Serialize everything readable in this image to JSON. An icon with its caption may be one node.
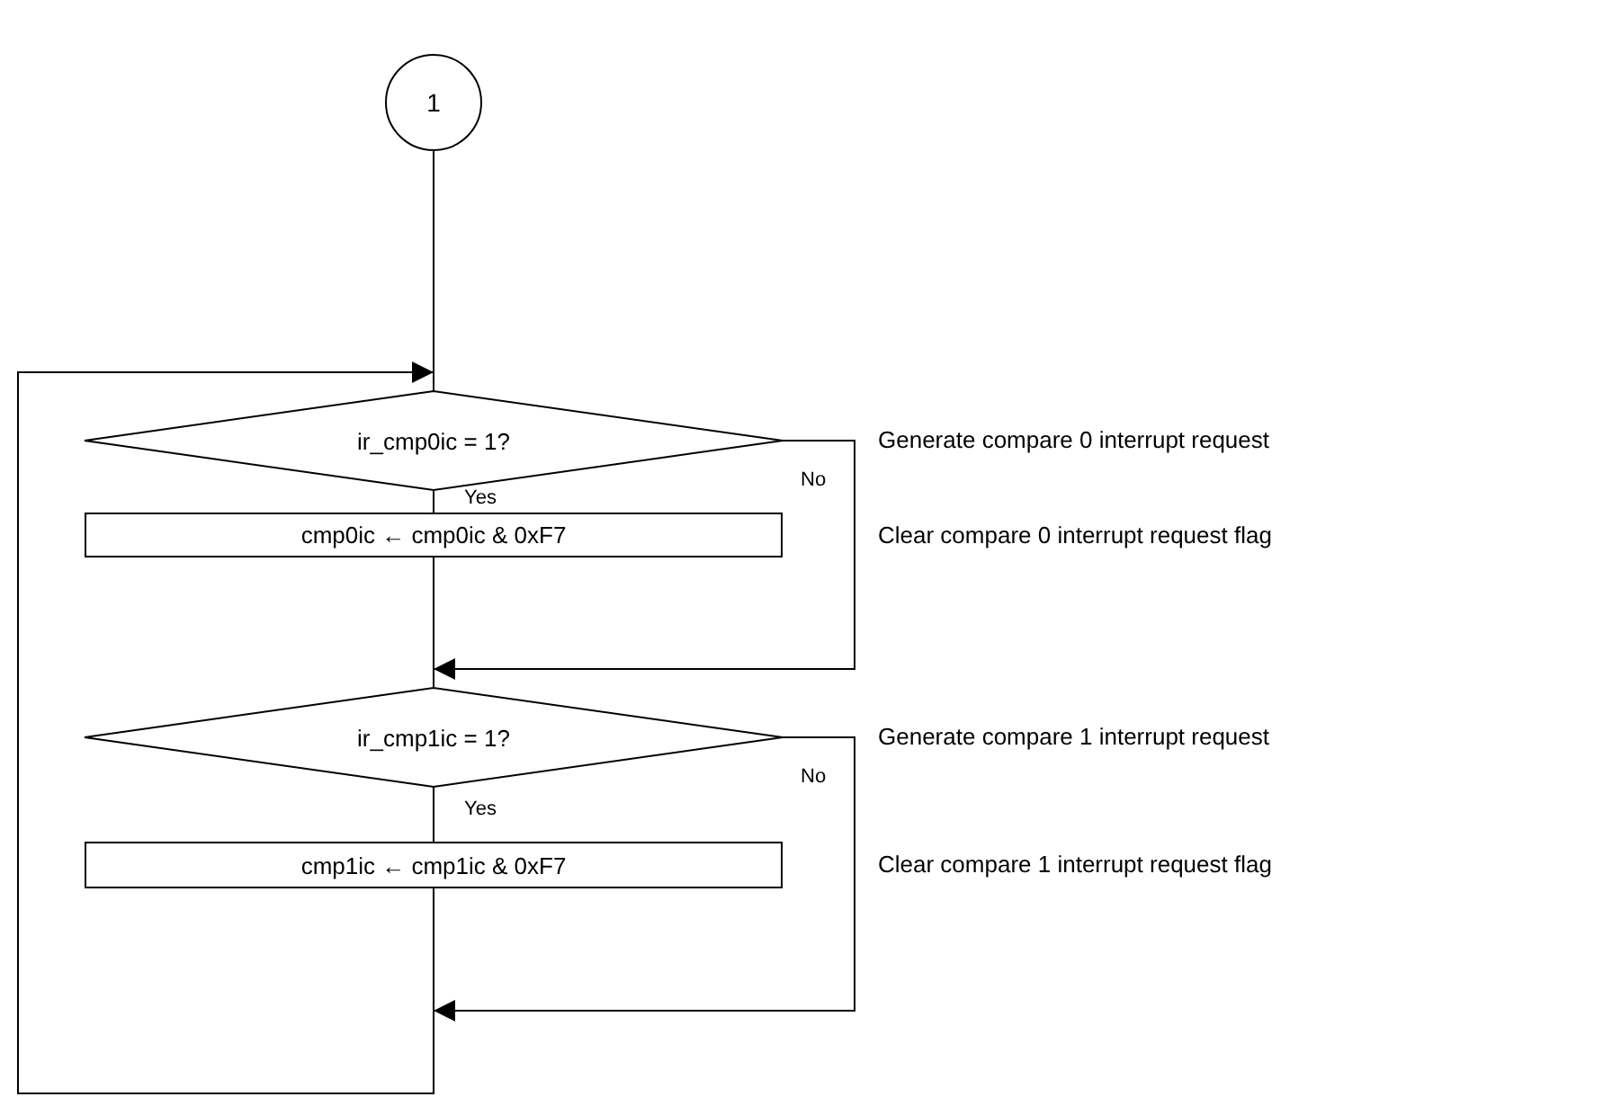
{
  "diagram": {
    "nodes": [
      {
        "text": [
          "1"
        ]
      },
      {
        "text": [
          "ir_cmp0ic = 1?"
        ]
      },
      {
        "text": [
          "cmp0ic ← cmp0ic & 0xF7"
        ]
      },
      {
        "text": [
          "ir_cmp1ic = 1?"
        ]
      },
      {
        "text": [
          "cmp1ic ← cmp1ic & 0xF7"
        ]
      }
    ],
    "edges": [
      {
        "from": 0,
        "to": 1,
        "arrow": "none"
      },
      {
        "from": 1,
        "to": 2,
        "arrow": "none",
        "label": "Yes"
      },
      {
        "from": 1,
        "to": 3,
        "arrow": "to",
        "label": "No"
      },
      {
        "from": 2,
        "to": 3,
        "arrow": "none"
      },
      {
        "from": 3,
        "to": 4,
        "arrow": "none",
        "label": "Yes"
      },
      {
        "from": 3,
        "to": 1,
        "arrow": "to",
        "label": "No"
      },
      {
        "from": 4,
        "to": 1,
        "arrow": "to"
      }
    ],
    "labels": [
      "Generate compare 0 interrupt request",
      "Clear compare 0 interrupt request flag",
      "Generate compare 1 interrupt request",
      "Clear compare 1 interrupt request flag"
    ]
  }
}
